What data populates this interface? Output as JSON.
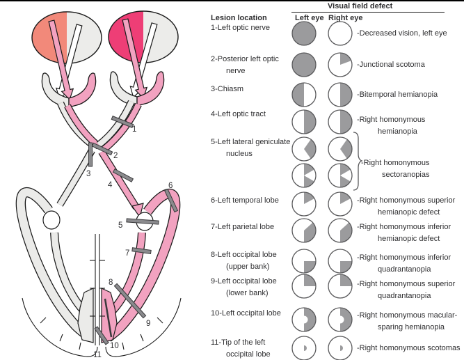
{
  "header": {
    "title": "Visual field defect",
    "lesion_col": "Lesion location",
    "left_eye_col": "Left eye",
    "right_eye_col": "Right eye"
  },
  "colors": {
    "left_eye_field_half": "#F2897A",
    "right_eye_field_half": "#EE3E76",
    "unaffected_field": "#ECECEA",
    "pathway_pink": "#F2A2C0",
    "pathway_gray": "#EBEBE9",
    "outline": "#1A1A1A",
    "defect_gray": "#9B9B9D",
    "circle_stroke": "#59595B",
    "lesion_bar_fill": "#8A8A8D",
    "lesion_bar_stroke": "#3A3A3C"
  },
  "diagram": {
    "lesion_numbers": [
      "1",
      "2",
      "3",
      "4",
      "5",
      "6",
      "7",
      "8",
      "9",
      "10",
      "11"
    ]
  },
  "rows": [
    {
      "label_lines": [
        "1-Left optic nerve"
      ],
      "pairs": [
        [
          "full",
          "empty"
        ]
      ],
      "desc_lines": [
        "-Decreased vision, left eye"
      ]
    },
    {
      "label_lines": [
        "2-Posterior left optic",
        "nerve"
      ],
      "pairs": [
        [
          "full",
          "sector:0:70"
        ]
      ],
      "desc_lines": [
        "-Junctional scotoma"
      ]
    },
    {
      "label_lines": [
        "3-Chiasm"
      ],
      "pairs": [
        [
          "left-half",
          "right-half"
        ]
      ],
      "desc_lines": [
        "-Bitemporal hemianopia"
      ]
    },
    {
      "label_lines": [
        "4-Left optic tract"
      ],
      "pairs": [
        [
          "right-half",
          "right-half"
        ]
      ],
      "desc_lines": [
        "-Right homonymous",
        "hemianopia"
      ]
    },
    {
      "label_lines": [
        "5-Left lateral geniculate",
        "nucleus"
      ],
      "brace": true,
      "pairs": [
        [
          "sector:35:145",
          "sector:35:145"
        ],
        [
          "right-half-notch",
          "right-half-notch"
        ]
      ],
      "desc_lines": [
        "-Right homonymous",
        "sectoranopias"
      ]
    },
    {
      "label_lines": [
        "6-Left temporal lobe"
      ],
      "pairs": [
        [
          "sector:0:62",
          "sector:0:62"
        ]
      ],
      "desc_lines": [
        "-Right homonymous superior",
        "hemianopic defect"
      ]
    },
    {
      "label_lines": [
        "7-Left parietal lobe"
      ],
      "pairs": [
        [
          "sector:48:180",
          "sector:48:180"
        ]
      ],
      "desc_lines": [
        "-Right homonymous inferior",
        "hemianopic defect"
      ]
    },
    {
      "label_lines": [
        "8-Left occipital lobe",
        "(upper bank)"
      ],
      "pairs": [
        [
          "sector:90:180",
          "sector:90:180"
        ]
      ],
      "desc_lines": [
        "-Right homonymous inferior",
        "quadrantanopia"
      ]
    },
    {
      "label_lines": [
        "9-Left occipital lobe",
        "(lower bank)"
      ],
      "pairs": [
        [
          "sector:0:90",
          "sector:0:90"
        ]
      ],
      "desc_lines": [
        "-Right homonymous superior",
        "quadrantanopia"
      ]
    },
    {
      "label_lines": [
        "10-Left occipital lobe"
      ],
      "pairs": [
        [
          "macular-sparing",
          "macular-sparing"
        ]
      ],
      "desc_lines": [
        "-Right homonymous macular-",
        "sparing hemianopia"
      ]
    },
    {
      "label_lines": [
        "11-Tip of the left",
        "occipital lobe"
      ],
      "pairs": [
        [
          "central-dot",
          "central-dot"
        ]
      ],
      "desc_lines": [
        "-Right homonymous scotomas"
      ]
    }
  ]
}
